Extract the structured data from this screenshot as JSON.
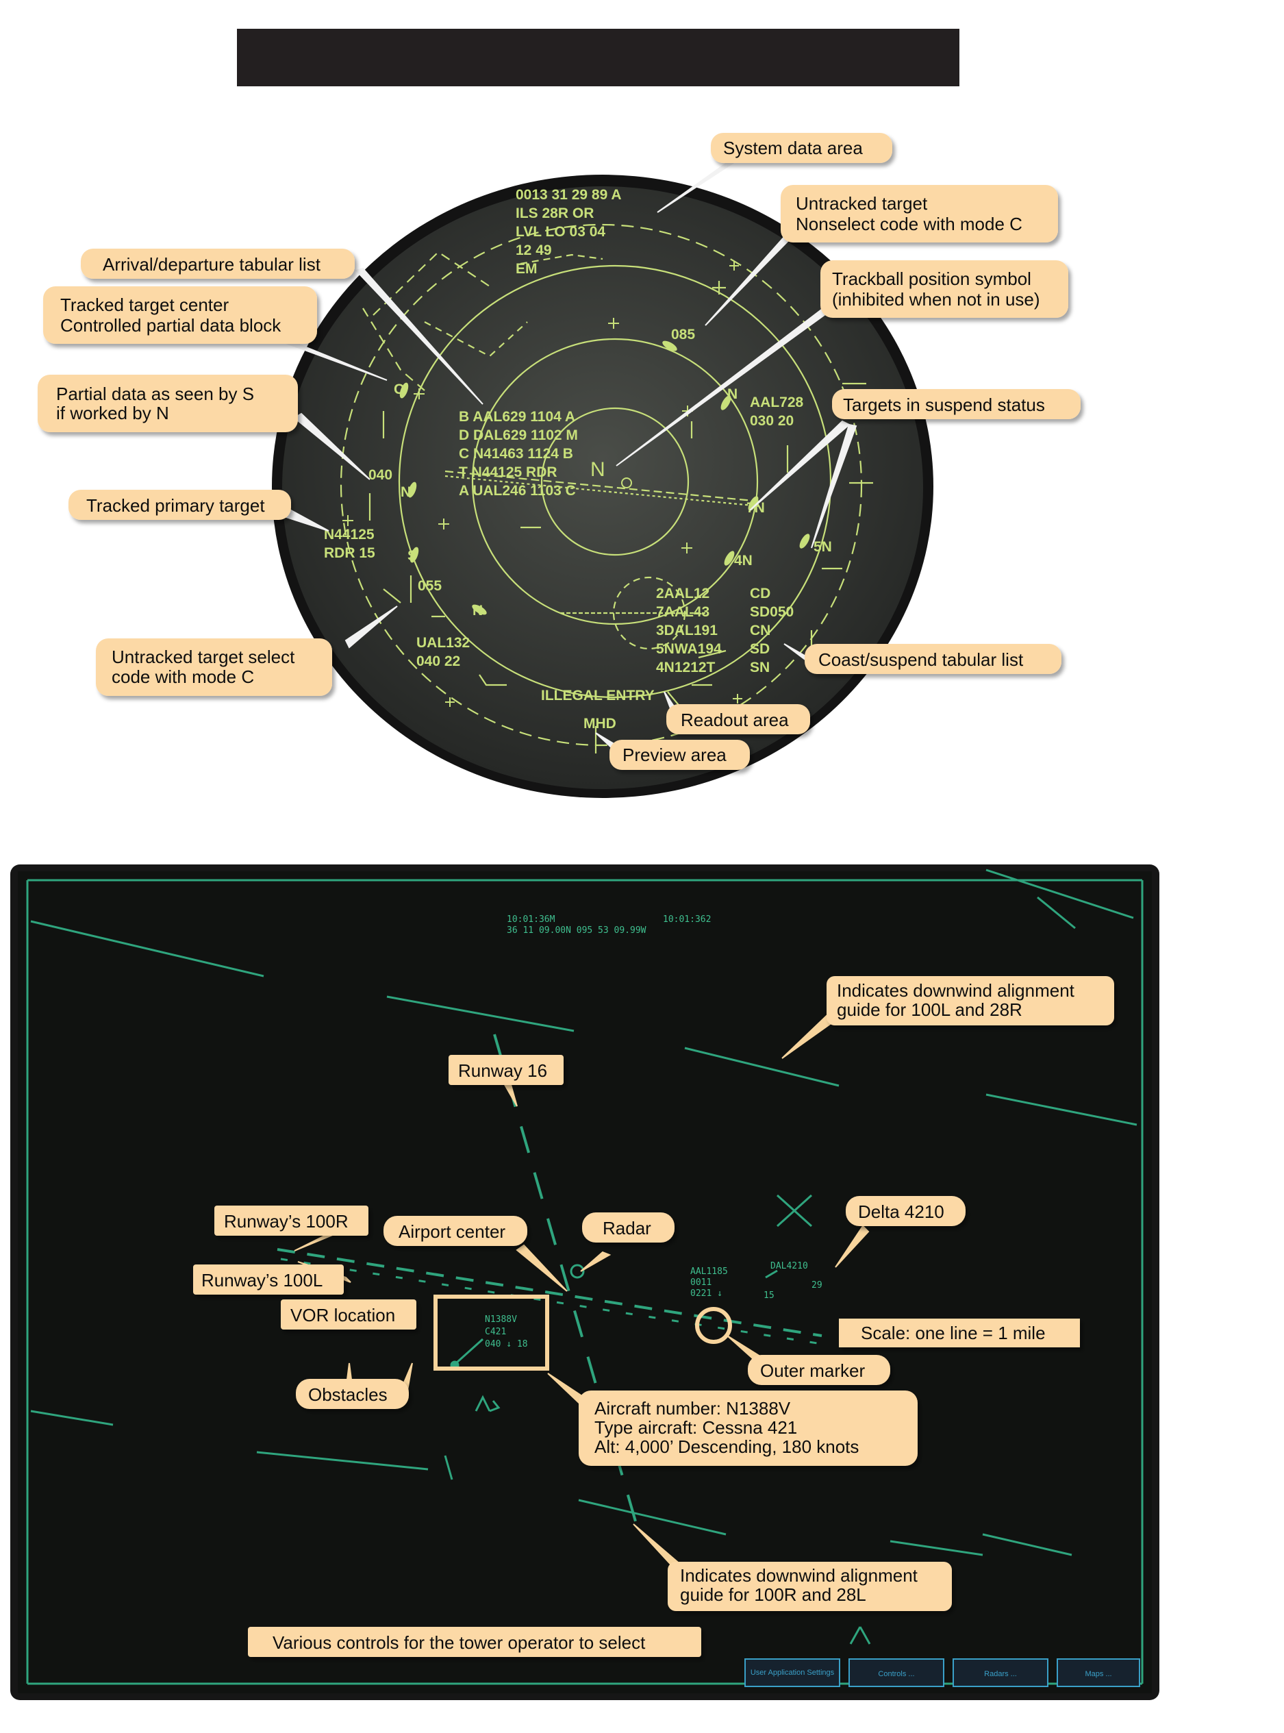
{
  "top_scope": {
    "system_data": [
      "0013  31  29  89   A",
      "ILS  28R    OR",
      "LVL  LO    03  04",
      "12    49",
      "EM"
    ],
    "arrival_list": [
      "B AAL629 1104 A",
      "D DAL629 1102  M",
      "C N41463  1124 B",
      "T N44125  RDR",
      "A UAL246 1103  C"
    ],
    "labels": {
      "track_085": "085",
      "aal728_a": "AAL728",
      "aal728_b": "030  20",
      "n_right": "N",
      "n_left": "N",
      "n_center": "N",
      "c_left": "C",
      "n_lower": "N",
      "s_lower": "S",
      "b040": "040",
      "seven_n": "7N",
      "five_n": "5N",
      "four_n": "4N",
      "n44125_a": "N44125",
      "n44125_b": "RDR    15",
      "b055": "055",
      "ual132_a": "UAL132",
      "ual132_b": "040  22",
      "illegal": "ILLEGAL ENTRY",
      "mhd": "MHD"
    },
    "coast_list": [
      {
        "id": "2AAL12",
        "st": "CD"
      },
      {
        "id": "7AAL43",
        "st": "SD050"
      },
      {
        "id": "3DAL191",
        "st": "CN"
      },
      {
        "id": "5NWA194",
        "st": "SD"
      },
      {
        "id": "4N1212T",
        "st": "SN"
      }
    ],
    "callouts": {
      "system_data_area": "System data area",
      "untracked_1": "Untracked target",
      "untracked_2": "Nonselect code with mode C",
      "trackball_1": "Trackball position symbol",
      "trackball_2": "(inhibited when not in use)",
      "arrival_departure": "Arrival/departure tabular list",
      "tracked_center_1": "Tracked target center",
      "tracked_center_2": "Controlled partial data block",
      "partial_1": "Partial data as seen by S",
      "partial_2": "if worked by N",
      "suspend": "Targets in suspend status",
      "primary": "Tracked primary target",
      "select_1": "Untracked target select",
      "select_2": "code with mode C",
      "coast": "Coast/suspend tabular list",
      "readout": "Readout area",
      "preview": "Preview area"
    }
  },
  "bottom_scope": {
    "header_times": [
      "10:01:36M",
      "10:01:362",
      "36 11 09.00N  095 53 09.99W"
    ],
    "tag_n1388v": [
      "N1388V",
      "C421",
      "040 ↓ 18"
    ],
    "tag_delta": "DAL4210",
    "tag_cluster": [
      "AAL1185",
      "0011 ",
      "0221 ↓"
    ],
    "tag_cluster_num": [
      "29",
      "15"
    ],
    "callouts": {
      "downwind_top_1": "Indicates downwind alignment",
      "downwind_top_2": "guide for 100L and 28R",
      "runway16": "Runway 16",
      "runway100r": "Runway’s 100R",
      "airport_center": "Airport center",
      "radar": "Radar",
      "delta": "Delta 4210",
      "runway100l": "Runway’s 100L",
      "vor": "VOR location",
      "scale": "Scale: one line = 1 mile",
      "outer_marker": "Outer marker",
      "obstacles": "Obstacles",
      "aircraft_1": "Aircraft number: N1388V",
      "aircraft_2": "Type aircraft: Cessna 421",
      "aircraft_3": "Alt: 4,000’ Descending, 180 knots",
      "downwind_bot_1": "Indicates downwind alignment",
      "downwind_bot_2": "guide for 100R and 28L",
      "controls": "Various controls for the tower operator to select"
    },
    "control_buttons": [
      "User Application Settings",
      "Controls ...",
      "Radars ...",
      "Maps ..."
    ]
  }
}
